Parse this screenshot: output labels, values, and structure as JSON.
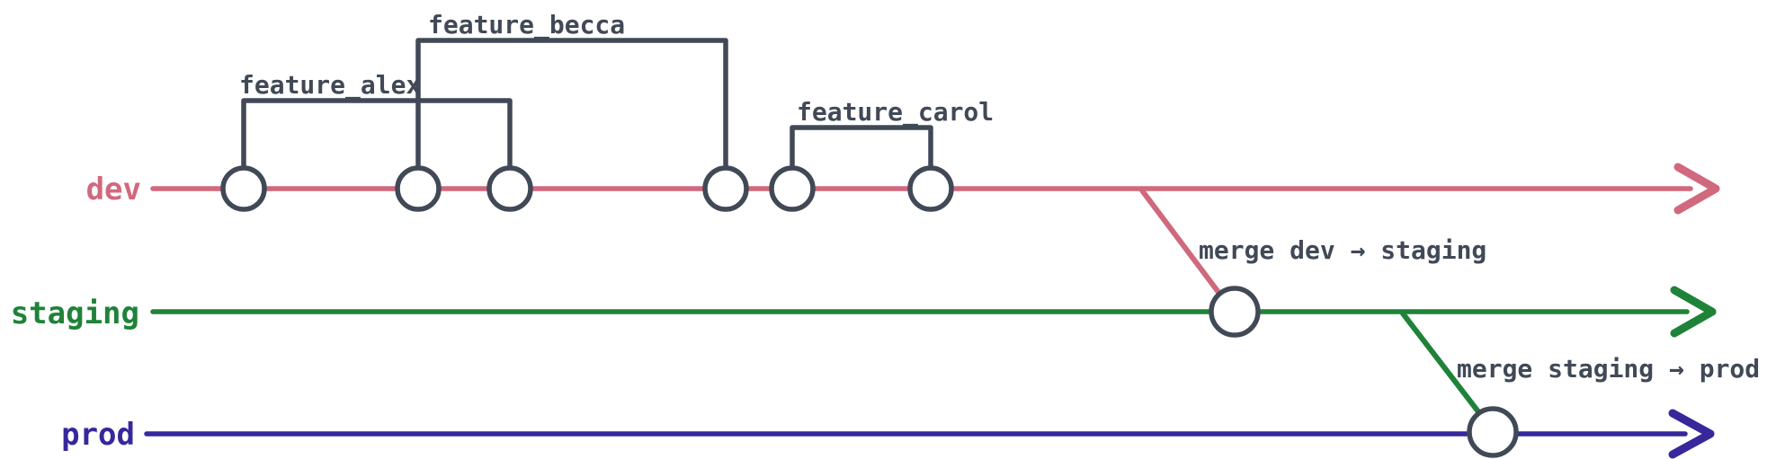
{
  "colors": {
    "background": "#ffffff",
    "stroke": "#414956",
    "node_fill": "#ffffff"
  },
  "diagram": {
    "branches": [
      {
        "name": "dev",
        "color": "#d0697d"
      },
      {
        "name": "staging",
        "color": "#1f8239"
      },
      {
        "name": "prod",
        "color": "#36289b"
      }
    ],
    "features": [
      {
        "label": "feature_alex",
        "attaches": "dev commits 1-3"
      },
      {
        "label": "feature_becca",
        "attaches": "dev commits 2-4"
      },
      {
        "label": "feature_carol",
        "attaches": "dev commits 5-6"
      }
    ],
    "merges": [
      {
        "label": "merge dev → staging",
        "from": "dev",
        "to": "staging"
      },
      {
        "label": "merge staging → prod",
        "from": "staging",
        "to": "prod"
      }
    ],
    "commit_counts": {
      "dev": 6,
      "staging": 1,
      "prod": 1
    }
  }
}
